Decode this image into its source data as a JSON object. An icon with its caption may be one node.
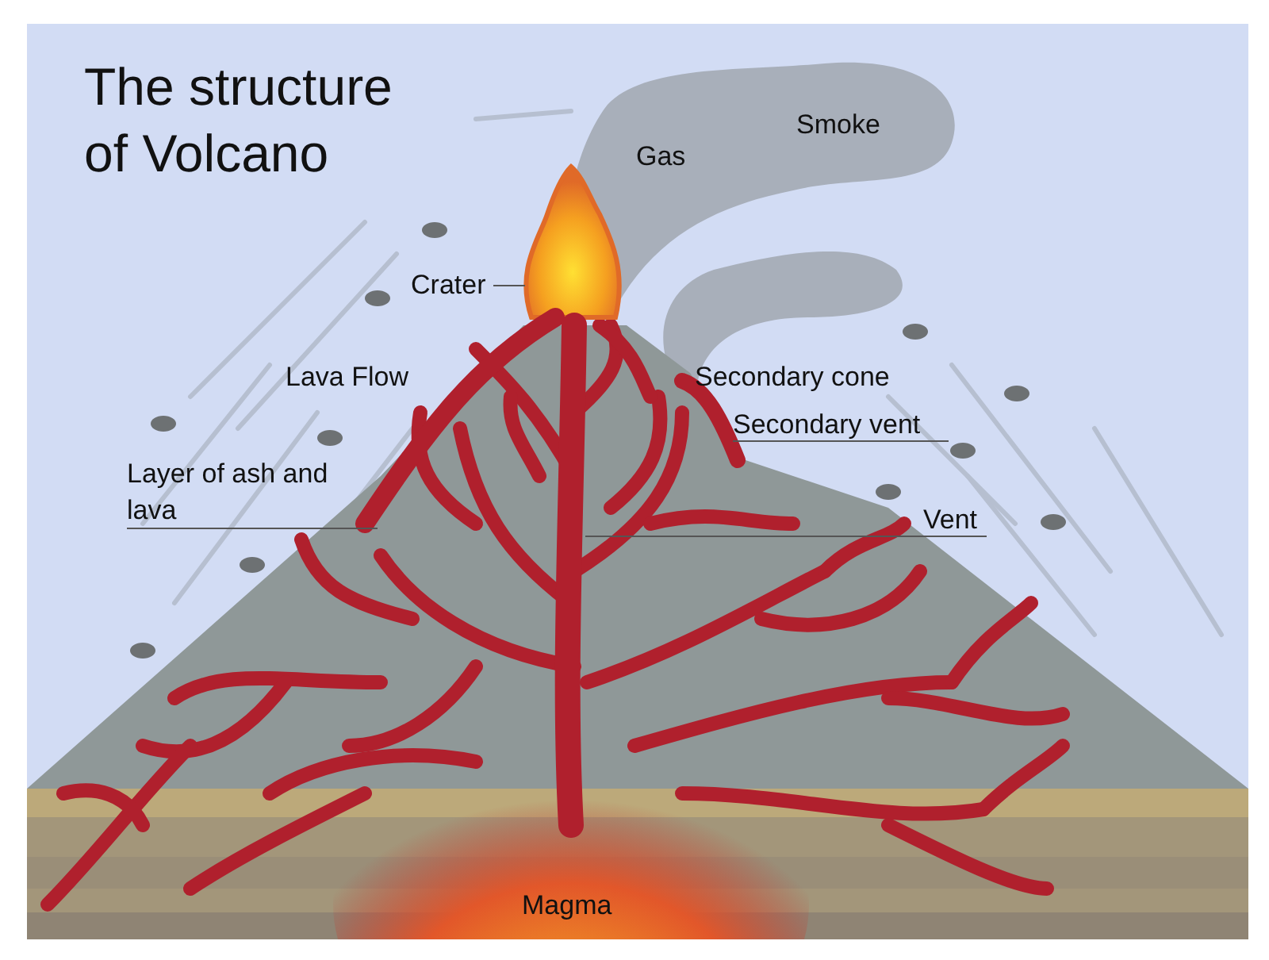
{
  "diagram": {
    "title": "The structure of Volcano",
    "nodes": [
      {
        "text": [
          "Crater"
        ]
      },
      {
        "text": [
          "Layer of ash and lava"
        ]
      },
      {
        "text": [
          "Secondary vent"
        ]
      },
      {
        "text": [
          "Vent"
        ]
      },
      {
        "text": [],
        "shape": "picture"
      },
      {
        "text": [],
        "shape": "picture"
      },
      {
        "text": [],
        "shape": "picture"
      },
      {
        "text": [],
        "shape": "picture"
      }
    ],
    "edges": [
      {
        "from": 0,
        "to": 4,
        "arrow": "none"
      },
      {
        "from": 1,
        "to": 5,
        "arrow": "none"
      },
      {
        "from": 2,
        "to": 6,
        "arrow": "none"
      },
      {
        "from": 3,
        "to": 7,
        "arrow": "none"
      }
    ],
    "labels": [
      "Gas",
      "Smoke",
      "Lava Flow",
      "Secondary cone",
      "Magma"
    ]
  }
}
